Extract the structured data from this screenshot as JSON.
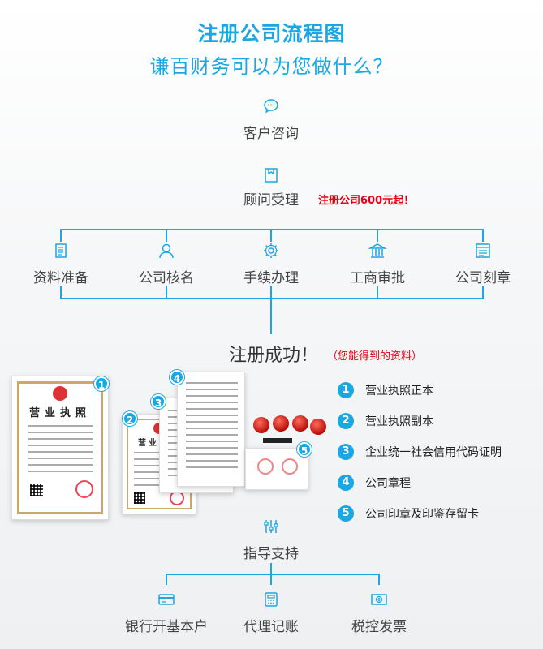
{
  "header": {
    "title": "注册公司流程图",
    "subtitle": "谦百财务可以为您做什么？"
  },
  "flow": {
    "step1": {
      "label": "客户咨询",
      "icon": "chat-bubble-icon"
    },
    "step2": {
      "label": "顾问受理",
      "icon": "document-icon",
      "note": "注册公司600元起！"
    },
    "branches": [
      {
        "label": "资料准备",
        "icon": "paper-list-icon"
      },
      {
        "label": "公司核名",
        "icon": "person-icon"
      },
      {
        "label": "手续办理",
        "icon": "gear-icon"
      },
      {
        "label": "工商审批",
        "icon": "government-building-icon"
      },
      {
        "label": "公司刻章",
        "icon": "stamp-card-icon"
      }
    ],
    "success": {
      "label": "注册成功！",
      "note": "（您能得到的资料）"
    },
    "support": {
      "label": "指导支持",
      "icon": "sliders-icon"
    },
    "services": [
      {
        "label": "银行开基本户",
        "icon": "bank-card-icon"
      },
      {
        "label": "代理记账",
        "icon": "calculator-icon"
      },
      {
        "label": "税控发票",
        "icon": "invoice-icon"
      }
    ]
  },
  "deliverables": [
    {
      "num": "1",
      "label": "营业执照正本"
    },
    {
      "num": "2",
      "label": "营业执照副本"
    },
    {
      "num": "3",
      "label": "企业统一社会信用代码证明"
    },
    {
      "num": "4",
      "label": "公司章程"
    },
    {
      "num": "5",
      "label": "公司印章及印鉴存留卡"
    }
  ],
  "documents": {
    "license_title": "营业执照",
    "badges": [
      "1",
      "2",
      "3",
      "4",
      "5"
    ]
  },
  "colors": {
    "accent": "#1aa7e3",
    "highlight": "#e60012"
  }
}
